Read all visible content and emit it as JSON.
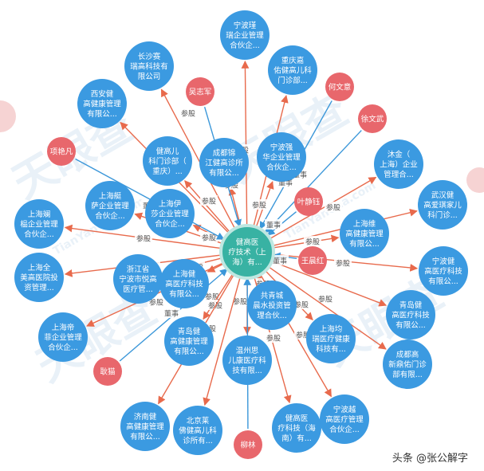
{
  "colors": {
    "company": "#3b9ae1",
    "person": "#e8676c",
    "center": "#38b2a3",
    "invest_edge": "#e86a4c",
    "manage_edge": "#3b97d9",
    "label": "#555555"
  },
  "center": {
    "lines": [
      "健高医",
      "疗技术（上",
      "海）有..."
    ]
  },
  "nodes": [
    {
      "id": "n_ningbo_jinhao",
      "type": "company",
      "lines": [
        "宁波瑾",
        "瑞企业管理",
        "合伙企..."
      ]
    },
    {
      "id": "n_changsha",
      "type": "company",
      "lines": [
        "长沙赛",
        "瑞高科技有",
        "限公司"
      ]
    },
    {
      "id": "n_chongqing_jiayou",
      "type": "company",
      "lines": [
        "重庆嘉",
        "佑健高儿科",
        "门诊部..."
      ]
    },
    {
      "id": "n_xian",
      "type": "company",
      "lines": [
        "西安健",
        "高健康管理",
        "有限公..."
      ]
    },
    {
      "id": "n_chongqing_clinic",
      "type": "company",
      "lines": [
        "健高儿",
        "科门诊部（",
        "重庆）..."
      ]
    },
    {
      "id": "n_chengdu_jinjiang",
      "type": "company",
      "lines": [
        "成都锦",
        "江健高诊所",
        "有限公..."
      ]
    },
    {
      "id": "n_ningbo_qiang",
      "type": "company",
      "lines": [
        "宁波强",
        "华企业管理",
        "合伙企..."
      ]
    },
    {
      "id": "n_shanghai_lingmu",
      "type": "company",
      "lines": [
        "沐金（",
        "上海）企业",
        "管理合..."
      ]
    },
    {
      "id": "n_shanghai_aisa",
      "type": "company",
      "lines": [
        "上海艇",
        "萨企业管理",
        "合伙企..."
      ]
    },
    {
      "id": "n_shanghai_yisha",
      "type": "company",
      "lines": [
        "上海伊",
        "莎企业管理",
        "合伙企..."
      ]
    },
    {
      "id": "n_wuhan",
      "type": "company",
      "lines": [
        "武汉健",
        "高爱琪家儿",
        "科门诊..."
      ]
    },
    {
      "id": "n_shanghai_lanqu",
      "type": "company",
      "lines": [
        "上海斓",
        "榀企业管理",
        "合伙企..."
      ]
    },
    {
      "id": "n_shanghai_weigao",
      "type": "company",
      "lines": [
        "上海维",
        "高健康管理",
        "有限公..."
      ]
    },
    {
      "id": "n_ningbo_jiangao",
      "type": "company",
      "lines": [
        "宁波健",
        "高医疗科技",
        "有限公..."
      ]
    },
    {
      "id": "n_shanghai_quanmei",
      "type": "company",
      "lines": [
        "上海全",
        "美高医院投",
        "资管理..."
      ]
    },
    {
      "id": "n_zhejiang_yuegao",
      "type": "company",
      "lines": [
        "浙江省",
        "宁波市悦高",
        "医疗管..."
      ]
    },
    {
      "id": "n_shanghai_jiangao_med",
      "type": "company",
      "lines": [
        "上海健",
        "高医疗科技",
        "有限公..."
      ]
    },
    {
      "id": "n_gongqing",
      "type": "company",
      "lines": [
        "共青城",
        "晨水投资管",
        "理合伙..."
      ]
    },
    {
      "id": "n_qingdao_med",
      "type": "company",
      "lines": [
        "青岛健",
        "高医疗科技",
        "有限公..."
      ]
    },
    {
      "id": "n_shanghai_yuezhe",
      "type": "company",
      "lines": [
        "上海帝",
        "菲企业管理",
        "合伙企..."
      ]
    },
    {
      "id": "n_qingdao_health",
      "type": "company",
      "lines": [
        "青岛健",
        "高健康管理",
        "有限公..."
      ]
    },
    {
      "id": "n_shanghai_jun",
      "type": "company",
      "lines": [
        "上海均",
        "瑞医疗健康",
        "科技有..."
      ]
    },
    {
      "id": "n_chengdu_xindu",
      "type": "company",
      "lines": [
        "成都高",
        "新鼎佑门诊",
        "部有限..."
      ]
    },
    {
      "id": "n_wenzhou",
      "type": "company",
      "lines": [
        "温州思",
        "儿康医疗科",
        "技有限..."
      ]
    },
    {
      "id": "n_jinan",
      "type": "company",
      "lines": [
        "济南健",
        "高健康管理",
        "有限公..."
      ]
    },
    {
      "id": "n_beijing",
      "type": "company",
      "lines": [
        "北京莱",
        "佛健高儿科",
        "诊所有..."
      ]
    },
    {
      "id": "n_hainan",
      "type": "company",
      "lines": [
        "健高医",
        "疗科技（海",
        "南）有..."
      ]
    },
    {
      "id": "n_ningbo_yue",
      "type": "company",
      "lines": [
        "宁波越",
        "高医疗管理",
        "合伙企..."
      ]
    },
    {
      "id": "p_wu",
      "type": "person",
      "lines": [
        "吴志军"
      ]
    },
    {
      "id": "p_he",
      "type": "person",
      "lines": [
        "何文意"
      ]
    },
    {
      "id": "p_xu",
      "type": "person",
      "lines": [
        "徐文武"
      ]
    },
    {
      "id": "p_xiang",
      "type": "person",
      "lines": [
        "项艳凡"
      ]
    },
    {
      "id": "p_ye",
      "type": "person",
      "lines": [
        "叶静钰"
      ]
    },
    {
      "id": "p_wang",
      "type": "person",
      "lines": [
        "王晨红"
      ]
    },
    {
      "id": "p_geng",
      "type": "person",
      "lines": [
        "耿猫"
      ]
    },
    {
      "id": "p_liu",
      "type": "person",
      "lines": [
        "柳林"
      ]
    }
  ],
  "edges": [
    {
      "to": "n_ningbo_jinhao",
      "kind": "invest",
      "label": "参股"
    },
    {
      "to": "n_changsha",
      "kind": "invest",
      "label": "参股"
    },
    {
      "to": "n_chongqing_jiayou",
      "kind": "invest",
      "label": "参股"
    },
    {
      "to": "n_xian",
      "kind": "invest",
      "label": ""
    },
    {
      "to": "n_chongqing_clinic",
      "kind": "invest",
      "label": "参股"
    },
    {
      "to": "n_chengdu_jinjiang",
      "kind": "invest",
      "label": "参股"
    },
    {
      "to": "n_ningbo_qiang",
      "kind": "invest",
      "label": "参股"
    },
    {
      "to": "n_shanghai_lingmu",
      "kind": "invest",
      "label": "参股"
    },
    {
      "to": "n_shanghai_aisa",
      "kind": "invest",
      "label": ""
    },
    {
      "to": "n_shanghai_yisha",
      "kind": "invest",
      "label": "参股"
    },
    {
      "to": "n_wuhan",
      "kind": "invest",
      "label": "参股"
    },
    {
      "to": "n_shanghai_lanqu",
      "kind": "invest",
      "label": "参股"
    },
    {
      "to": "n_shanghai_weigao",
      "kind": "invest",
      "label": "参股"
    },
    {
      "to": "n_ningbo_jiangao",
      "kind": "invest",
      "label": "参股"
    },
    {
      "to": "n_shanghai_quanmei",
      "kind": "invest",
      "label": "参股"
    },
    {
      "to": "n_zhejiang_yuegao",
      "kind": "invest",
      "label": "参股"
    },
    {
      "to": "n_shanghai_jiangao_med",
      "kind": "invest",
      "label": "参股"
    },
    {
      "to": "n_gongqing",
      "kind": "invest",
      "label": "参股"
    },
    {
      "to": "n_qingdao_med",
      "kind": "invest",
      "label": "参股"
    },
    {
      "to": "n_shanghai_yuezhe",
      "kind": "invest",
      "label": "参股"
    },
    {
      "to": "n_qingdao_health",
      "kind": "invest",
      "label": "参股"
    },
    {
      "to": "n_shanghai_jun",
      "kind": "invest",
      "label": "参股"
    },
    {
      "to": "n_chengdu_xindu",
      "kind": "invest",
      "label": "参股"
    },
    {
      "to": "n_wenzhou",
      "kind": "invest",
      "label": "参股"
    },
    {
      "to": "n_jinan",
      "kind": "invest",
      "label": "参股"
    },
    {
      "to": "n_beijing",
      "kind": "invest",
      "label": "参股"
    },
    {
      "to": "n_hainan",
      "kind": "invest",
      "label": "参股"
    },
    {
      "to": "n_ningbo_yue",
      "kind": "invest",
      "label": "参股"
    },
    {
      "to": "p_wu",
      "kind": "manage",
      "label": ""
    },
    {
      "to": "p_he",
      "kind": "manage",
      "label": "董事"
    },
    {
      "to": "p_xu",
      "kind": "manage",
      "label": "董事"
    },
    {
      "to": "p_xiang",
      "kind": "manage",
      "label": "董事"
    },
    {
      "to": "p_ye",
      "kind": "manage",
      "label": "董事"
    },
    {
      "to": "p_wang",
      "kind": "manage",
      "label": "董事"
    },
    {
      "to": "p_geng",
      "kind": "manage",
      "label": "董事"
    },
    {
      "to": "p_liu",
      "kind": "manage",
      "label": ""
    }
  ],
  "watermark": {
    "brand_cn": "天眼查",
    "brand_en": "TianYanCha.com"
  },
  "footer": {
    "text": "头条 @张公解字"
  }
}
